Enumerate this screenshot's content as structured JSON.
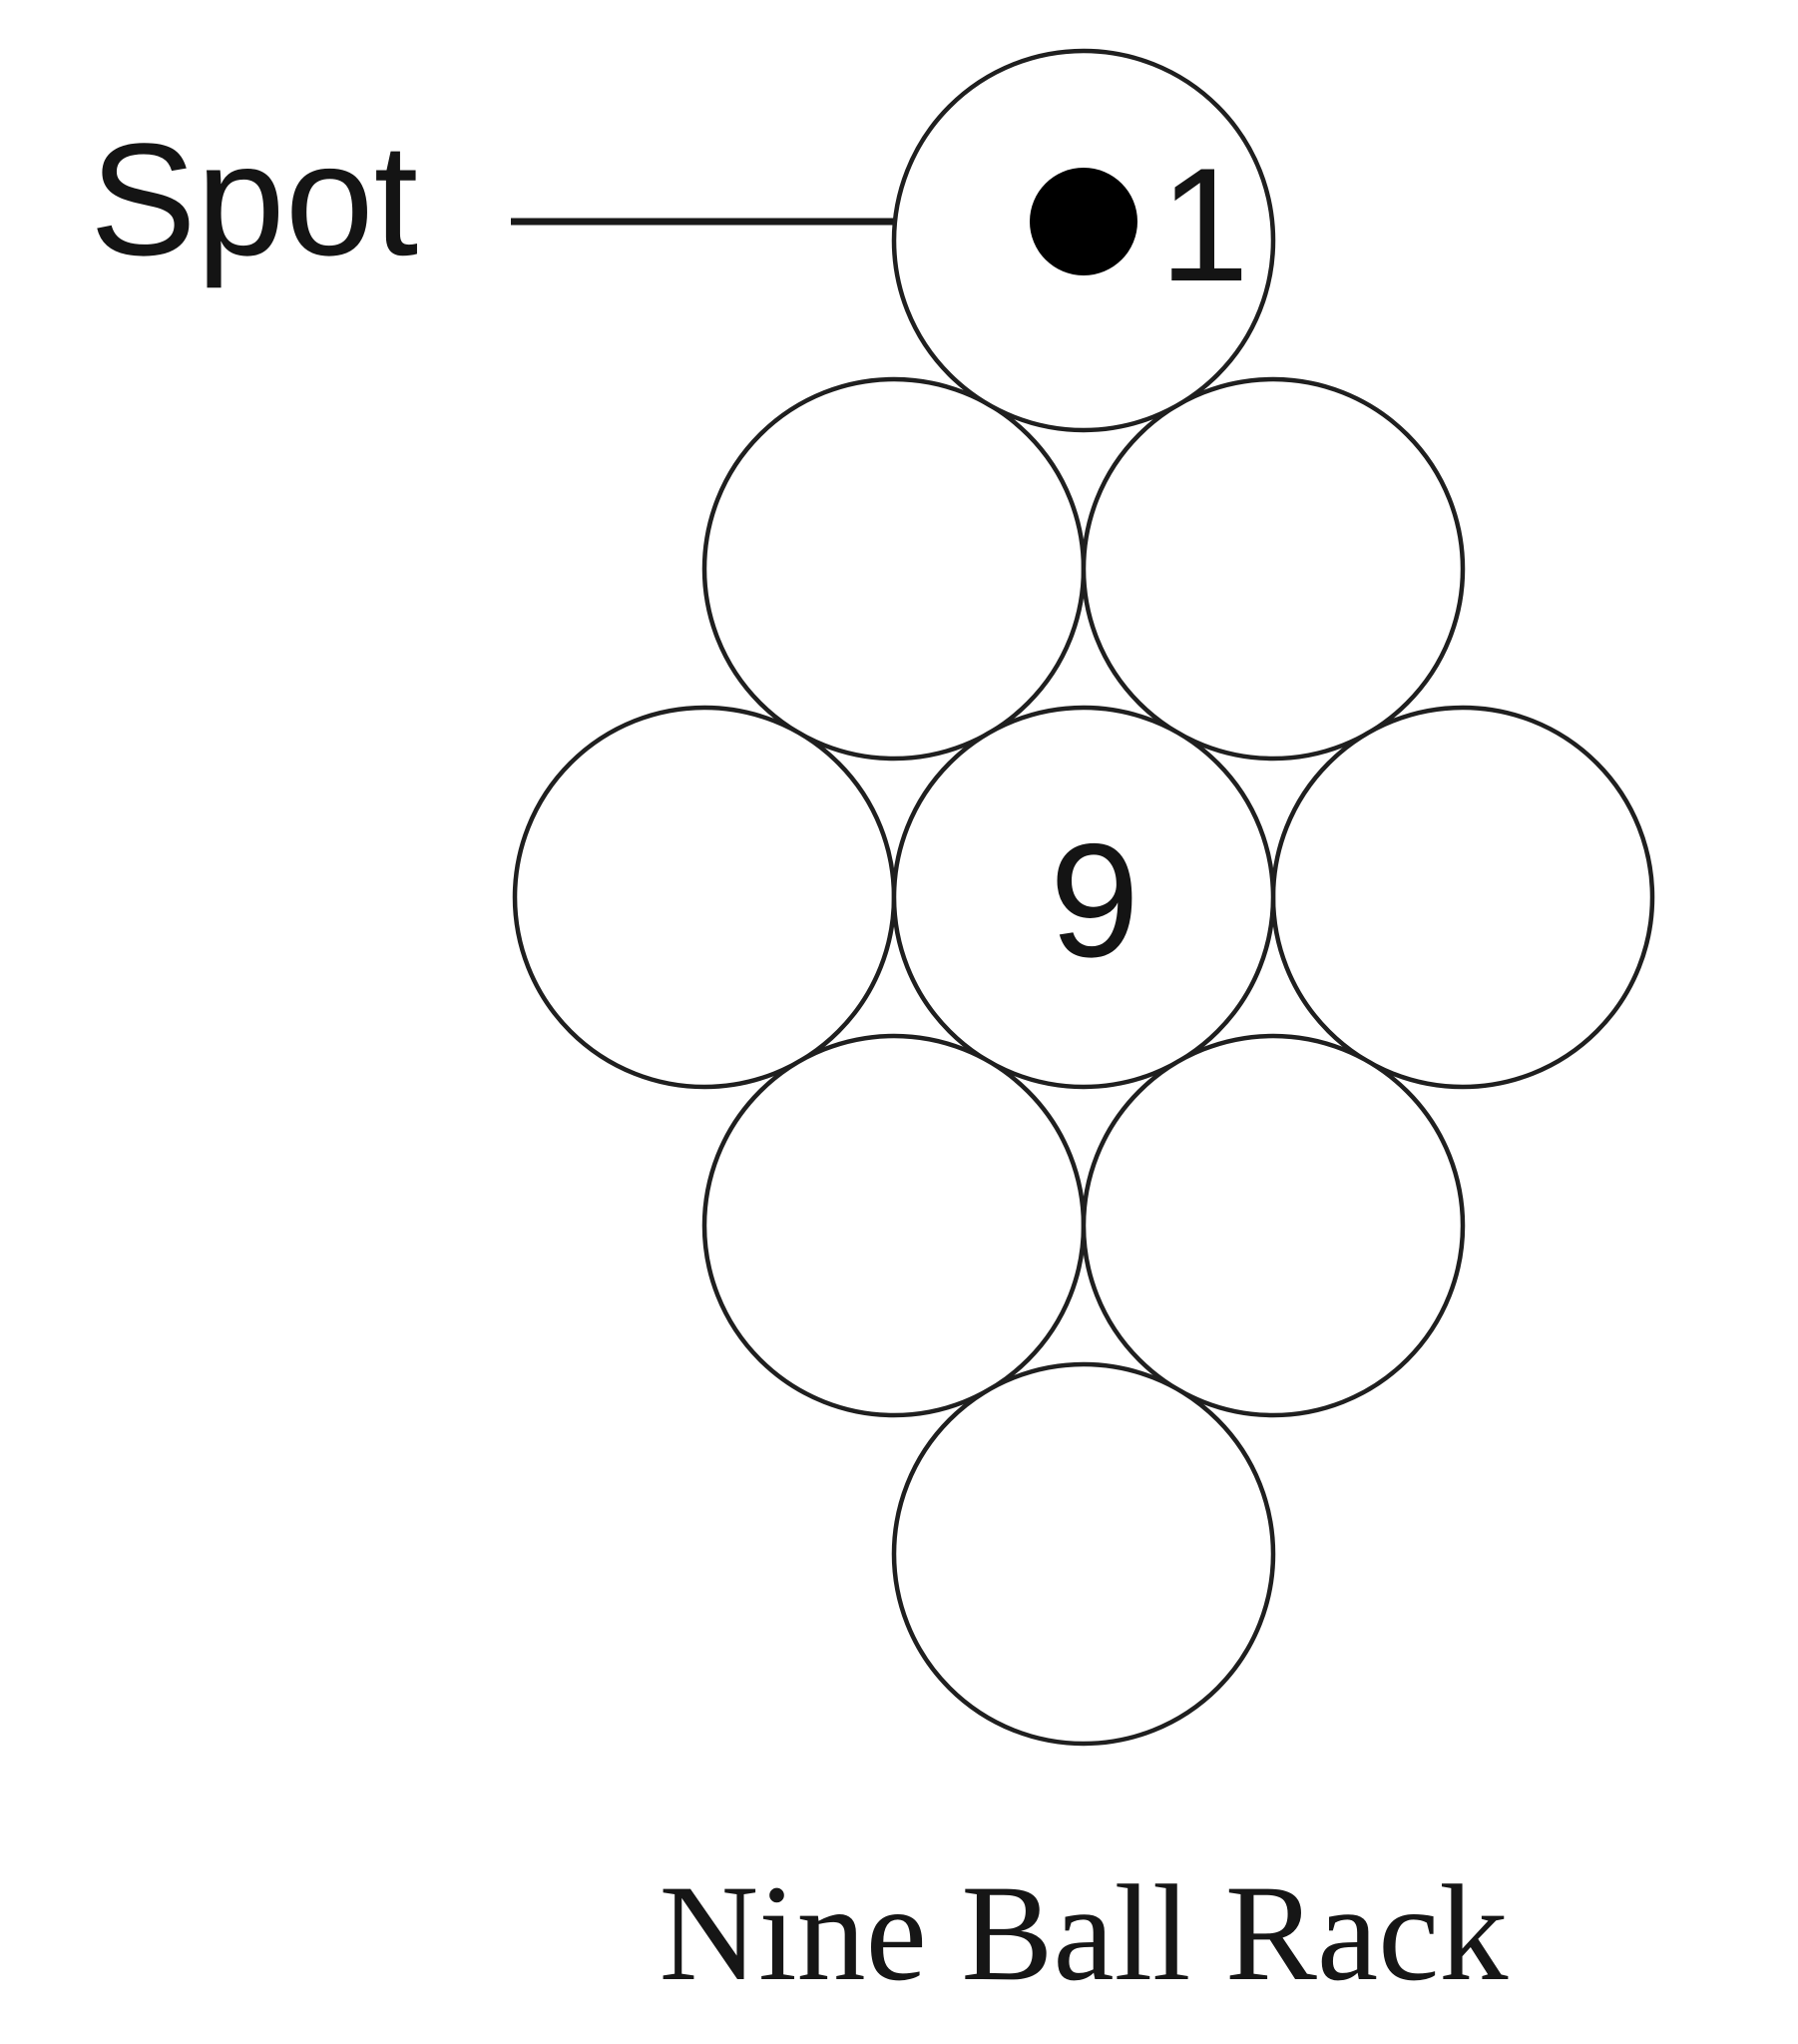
{
  "diagram": {
    "spot_label": "Spot",
    "caption": "Nine Ball Rack",
    "balls": [
      {
        "id": "ball-1",
        "row": 1,
        "label": "1",
        "has_spot_dot": true
      },
      {
        "id": "ball-row2-left",
        "row": 2,
        "label": ""
      },
      {
        "id": "ball-row2-right",
        "row": 2,
        "label": ""
      },
      {
        "id": "ball-row3-left",
        "row": 3,
        "label": ""
      },
      {
        "id": "ball-9",
        "row": 3,
        "label": "9"
      },
      {
        "id": "ball-row3-right",
        "row": 3,
        "label": ""
      },
      {
        "id": "ball-row4-left",
        "row": 4,
        "label": ""
      },
      {
        "id": "ball-row4-right",
        "row": 4,
        "label": ""
      },
      {
        "id": "ball-row5-bottom",
        "row": 5,
        "label": ""
      }
    ],
    "colors": {
      "ink": "#1a1a1a",
      "spot_dot": "#000000",
      "background": "#ffffff"
    }
  }
}
